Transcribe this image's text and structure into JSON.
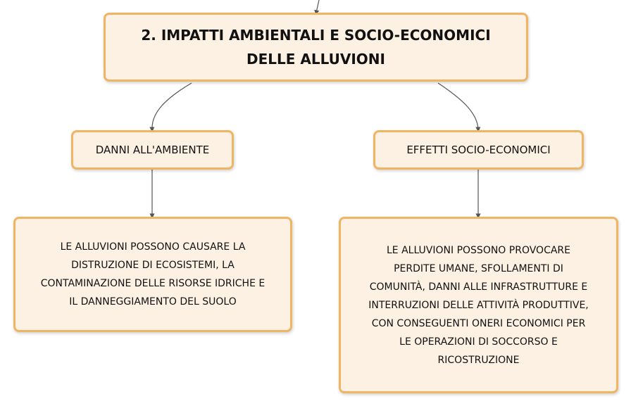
{
  "main_topic": {
    "line1": "2. IMPATTI AMBIENTALI E SOCIO-ECONOMICI",
    "line2": "DELLE ALLUVIONI"
  },
  "branches": [
    {
      "label": "DANNI ALL'AMBIENTE",
      "detail_lines": [
        "LE ALLUVIONI POSSONO CAUSARE LA",
        "DISTRUZIONE DI ECOSISTEMI, LA",
        "CONTAMINAZIONE DELLE RISORSE IDRICHE E",
        "IL DANNEGGIAMENTO DEL SUOLO"
      ]
    },
    {
      "label": "EFFETTI SOCIO-ECONOMICI",
      "detail_lines": [
        "LE ALLUVIONI POSSONO PROVOCARE",
        "PERDITE UMANE, SFOLLAMENTI DI",
        "COMUNITÀ, DANNI ALLE INFRASTRUTTURE E",
        "INTERRUZIONI DELLE ATTIVITÀ PRODUTTIVE,",
        "CON CONSEGUENTI ONERI ECONOMICI PER",
        "LE OPERAZIONI DI SOCCORSO E",
        "RICOSTRUZIONE"
      ]
    }
  ],
  "colors": {
    "node_fill": "#fdf1e3",
    "node_border": "#f0b465",
    "connector": "#555555"
  }
}
